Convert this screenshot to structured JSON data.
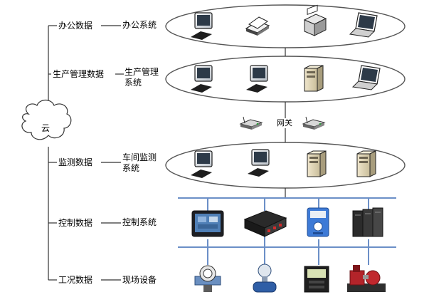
{
  "cloud": {
    "label": "云"
  },
  "data_flows": [
    {
      "label": "办公数据",
      "system": [
        "办公系统"
      ]
    },
    {
      "label": "生产管理数据",
      "system": [
        "生产管理",
        "系统"
      ]
    },
    {
      "label": "监测数据",
      "system": [
        "车间监测",
        "系统"
      ]
    },
    {
      "label": "控制数据",
      "system": [
        "控制系统"
      ]
    },
    {
      "label": "工况数据",
      "system": [
        "现场设备"
      ]
    }
  ],
  "gateway": {
    "label": "网关"
  },
  "layers": [
    {
      "name": "office",
      "devices": [
        "desktop-computer",
        "scanner",
        "printer",
        "laptop"
      ]
    },
    {
      "name": "production-management",
      "devices": [
        "desktop-computer",
        "desktop-computer",
        "server-tower",
        "laptop"
      ]
    },
    {
      "name": "workshop-monitoring",
      "devices": [
        "desktop-computer",
        "desktop-computer",
        "server-tower",
        "server-tower"
      ]
    },
    {
      "name": "control",
      "devices": [
        "touch-panel-hmi",
        "plc-controller",
        "wall-mounted-controller",
        "server-rack"
      ]
    },
    {
      "name": "field",
      "devices": [
        "flow-meter",
        "electromagnetic-flowmeter",
        "meter-display",
        "motor-pump"
      ]
    }
  ],
  "colors": {
    "ellipse_stroke": "#555555",
    "bus_line": "#6b8fc7",
    "tree_line": "#333333"
  }
}
